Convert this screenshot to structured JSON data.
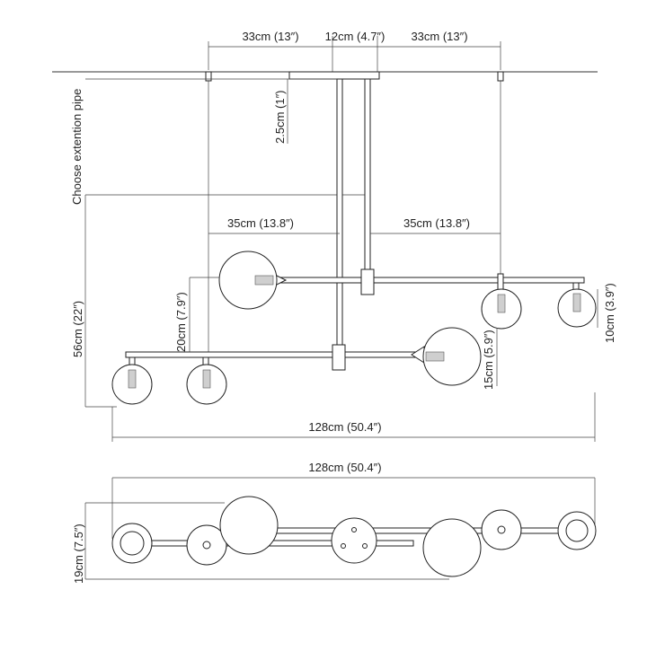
{
  "dimensions": {
    "canopy_left": "33cm (13″)",
    "canopy_center": "12cm (4.7″)",
    "canopy_right": "33cm (13″)",
    "canopy_height": "2.5cm (1″)",
    "extension_pipe": "Choose extention pipe",
    "arm_left": "35cm (13.8″)",
    "arm_right": "35cm (13.8″)",
    "drop_left": "20cm (7.9″)",
    "total_height": "56cm (22″)",
    "small_globe": "10cm (3.9″)",
    "large_globe": "15cm (5.9″)",
    "total_width_front": "128cm (50.4″)",
    "total_width_top": "128cm (50.4″)",
    "top_depth": "19cm (7.5″)"
  }
}
